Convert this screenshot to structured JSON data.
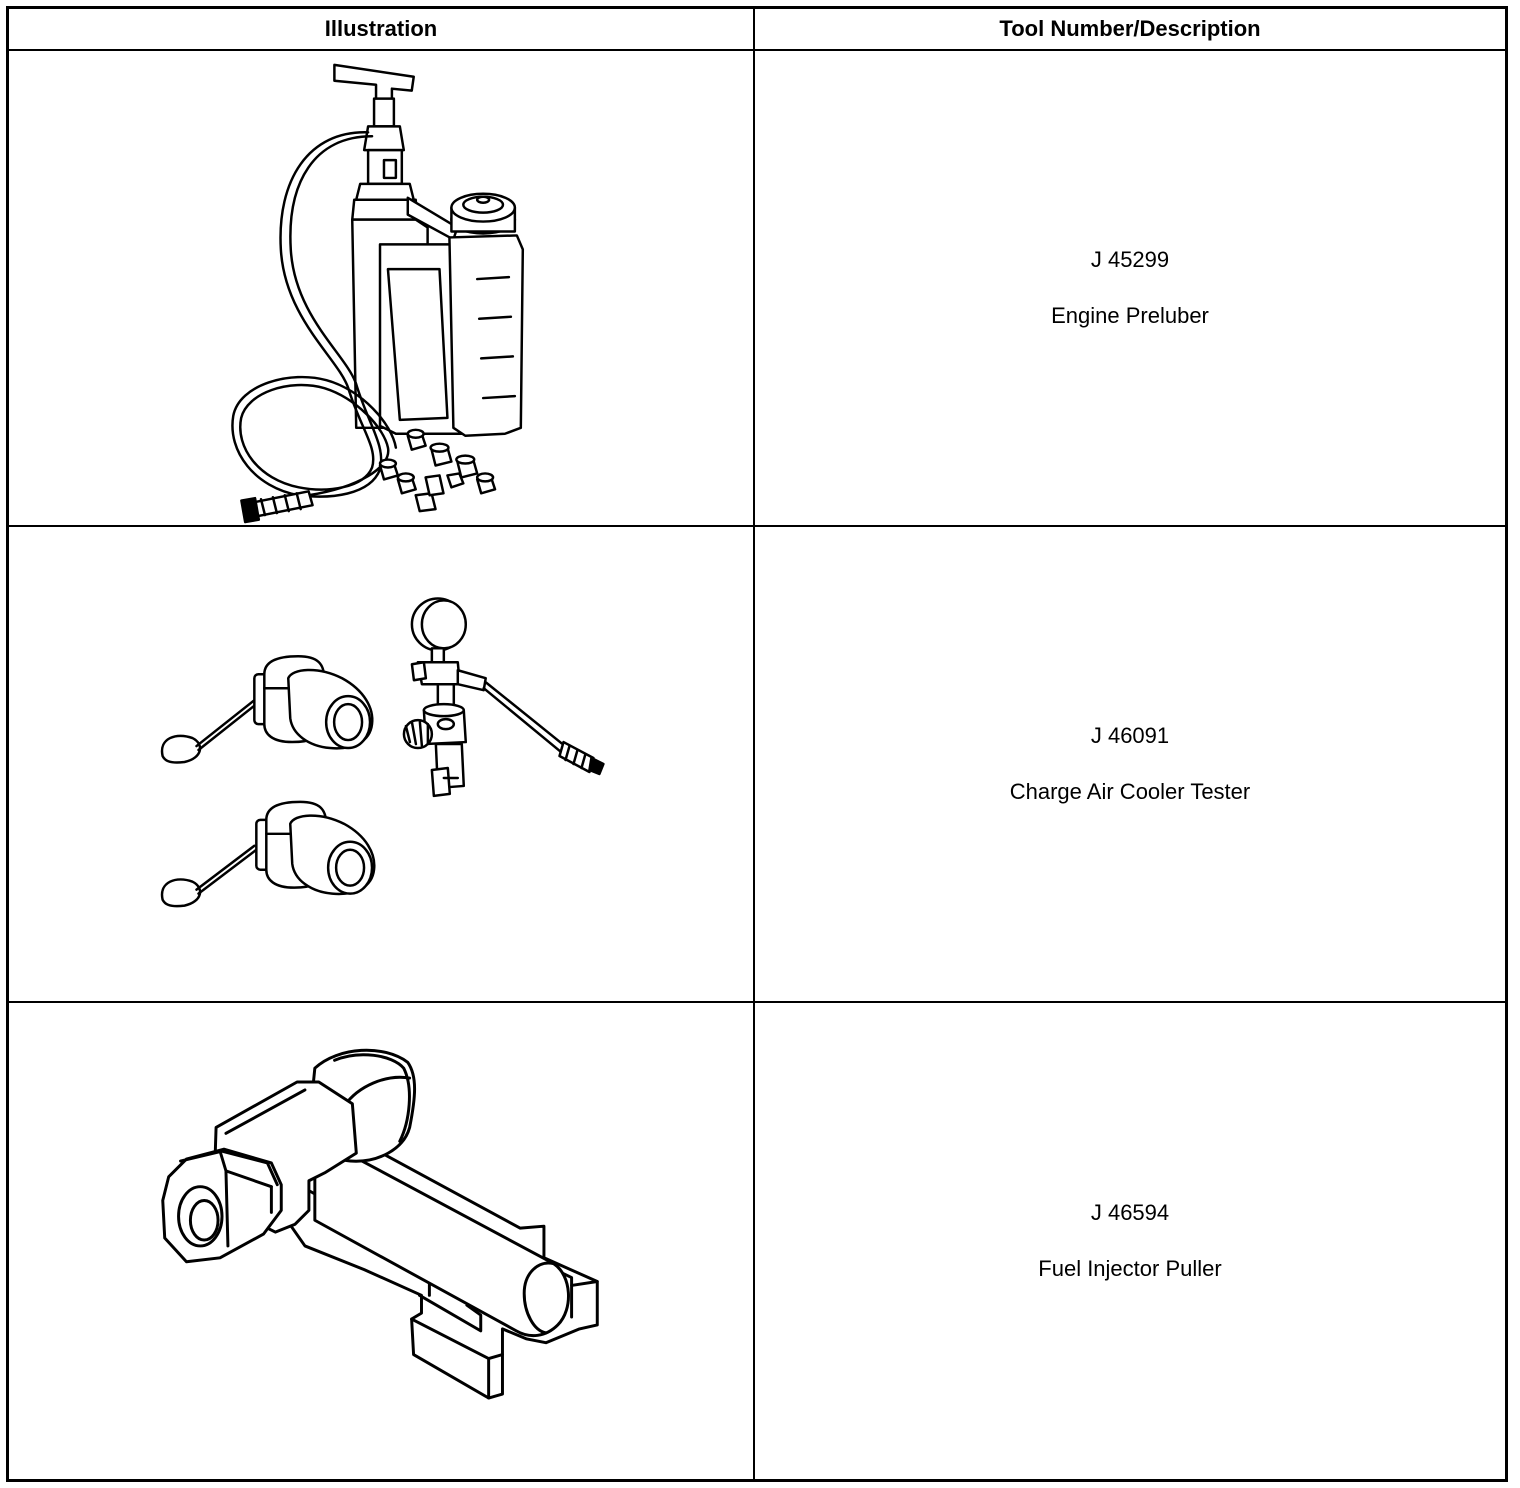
{
  "table": {
    "headers": {
      "illustration": "Illustration",
      "description": "Tool Number/Description"
    },
    "rows": [
      {
        "tool_number": "J 45299",
        "description": "Engine Preluber",
        "illustration_icon": "engine-preluber-icon"
      },
      {
        "tool_number": "J 46091",
        "description": "Charge Air Cooler Tester",
        "illustration_icon": "charge-air-cooler-tester-icon"
      },
      {
        "tool_number": "J 46594",
        "description": "Fuel Injector Puller",
        "illustration_icon": "fuel-injector-puller-icon"
      }
    ]
  }
}
